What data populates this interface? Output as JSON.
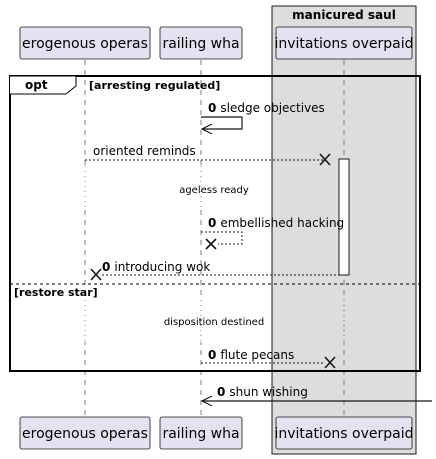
{
  "box": {
    "title": "manicured saul"
  },
  "participants": [
    {
      "id": "p1",
      "label": "erogenous operas"
    },
    {
      "id": "p2",
      "label": "railing wha"
    },
    {
      "id": "p3",
      "label": "invitations overpaid"
    }
  ],
  "fragment": {
    "operator": "opt",
    "guard1": "[arresting regulated]",
    "guard2": "[restore star]"
  },
  "messages": {
    "m1": {
      "num": "0",
      "text": "sledge objectives"
    },
    "m2": {
      "num": "",
      "text": "oriented reminds"
    },
    "m3": {
      "text": "ageless ready"
    },
    "m4": {
      "num": "0",
      "text": "embellished hacking"
    },
    "m5": {
      "num": "0",
      "text": "introducing wok"
    },
    "m6": {
      "text": "disposition destined"
    },
    "m7": {
      "num": "0",
      "text": "flute pecans"
    },
    "m8": {
      "num": "0",
      "text": "shun wishing"
    }
  },
  "colors": {
    "participant_fill": "#E2E2F0",
    "participant_border": "#181818",
    "box_fill": "#DDDDDD",
    "lifeline": "#7f7f7f",
    "delay_dots": "#8B3A62"
  }
}
